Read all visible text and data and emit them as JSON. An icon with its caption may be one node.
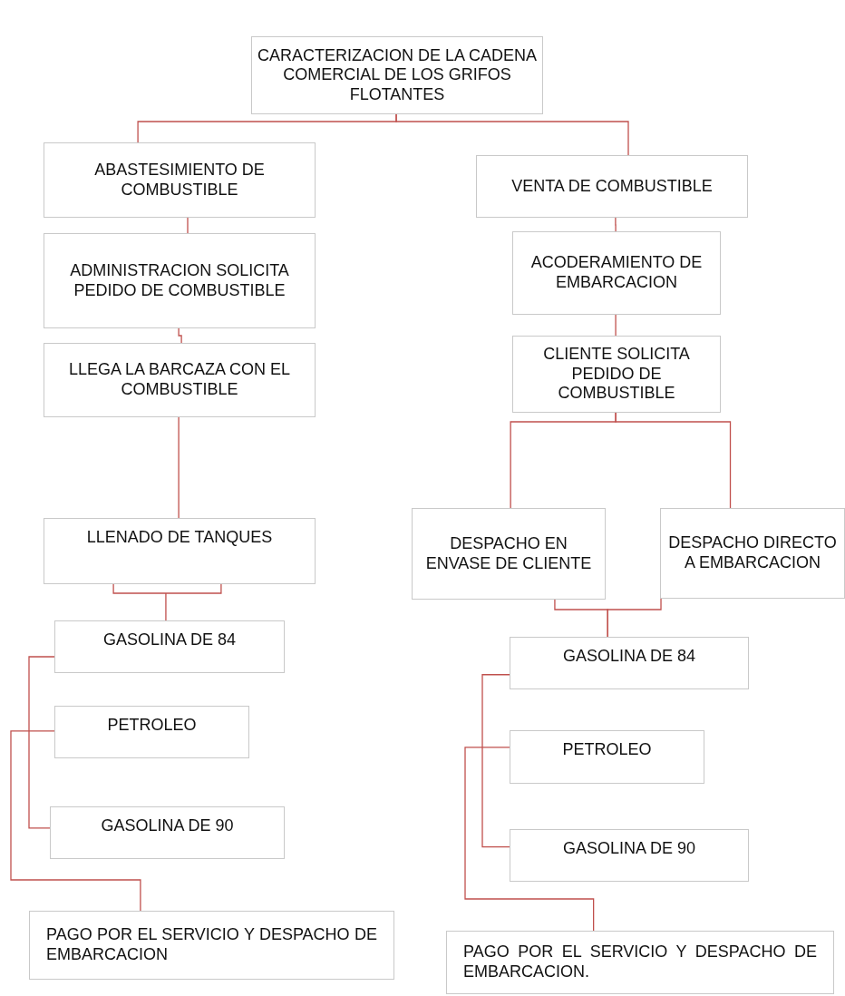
{
  "diagram": {
    "nodes": [
      {
        "text": [
          "CARACTERIZACION DE LA CADENA COMERCIAL DE LOS GRIFOS FLOTANTES"
        ]
      },
      {
        "text": [
          "ABASTESIMIENTO DE COMBUSTIBLE"
        ]
      },
      {
        "text": [
          "VENTA DE COMBUSTIBLE"
        ]
      },
      {
        "text": [
          "ADMINISTRACION SOLICITA PEDIDO DE COMBUSTIBLE"
        ]
      },
      {
        "text": [
          "ACODERAMIENTO DE EMBARCACION"
        ]
      },
      {
        "text": [
          "LLEGA LA BARCAZA CON EL COMBUSTIBLE"
        ]
      },
      {
        "text": [
          "CLIENTE SOLICITA PEDIDO DE COMBUSTIBLE"
        ]
      },
      {
        "text": [
          "LLENADO DE TANQUES"
        ]
      },
      {
        "text": [
          "DESPACHO EN ENVASE DE CLIENTE"
        ]
      },
      {
        "text": [
          "DESPACHO DIRECTO A EMBARCACION"
        ]
      },
      {
        "text": [
          "GASOLINA DE 84"
        ]
      },
      {
        "text": [
          "PETROLEO"
        ]
      },
      {
        "text": [
          "GASOLINA DE 90"
        ]
      },
      {
        "text": [
          "PAGO POR EL SERVICIO Y DESPACHO DE EMBARCACION"
        ]
      },
      {
        "text": [
          "GASOLINA DE 84"
        ]
      },
      {
        "text": [
          "PETROLEO"
        ]
      },
      {
        "text": [
          "GASOLINA DE 90"
        ]
      },
      {
        "text": [
          "PAGO POR EL SERVICIO Y DESPACHO DE EMBARCACION."
        ]
      }
    ],
    "edges": [
      {
        "from": 0,
        "to": 1,
        "arrow": "none"
      },
      {
        "from": 0,
        "to": 2,
        "arrow": "none"
      },
      {
        "from": 1,
        "to": 3,
        "arrow": "none"
      },
      {
        "from": 3,
        "to": 5,
        "arrow": "none"
      },
      {
        "from": 5,
        "to": 7,
        "arrow": "none"
      },
      {
        "from": 2,
        "to": 4,
        "arrow": "none"
      },
      {
        "from": 4,
        "to": 6,
        "arrow": "none"
      },
      {
        "from": 6,
        "to": 8,
        "arrow": "none"
      },
      {
        "from": 6,
        "to": 9,
        "arrow": "none"
      },
      {
        "from": 7,
        "to": 10,
        "arrow": "none"
      },
      {
        "from": 8,
        "to": 14,
        "arrow": "none"
      },
      {
        "from": 9,
        "to": 14,
        "arrow": "none"
      },
      {
        "from": 10,
        "to": 12,
        "arrow": "none"
      },
      {
        "from": 11,
        "to": 13,
        "arrow": "none"
      },
      {
        "from": 14,
        "to": 16,
        "arrow": "none"
      },
      {
        "from": 15,
        "to": 17,
        "arrow": "none"
      }
    ]
  }
}
